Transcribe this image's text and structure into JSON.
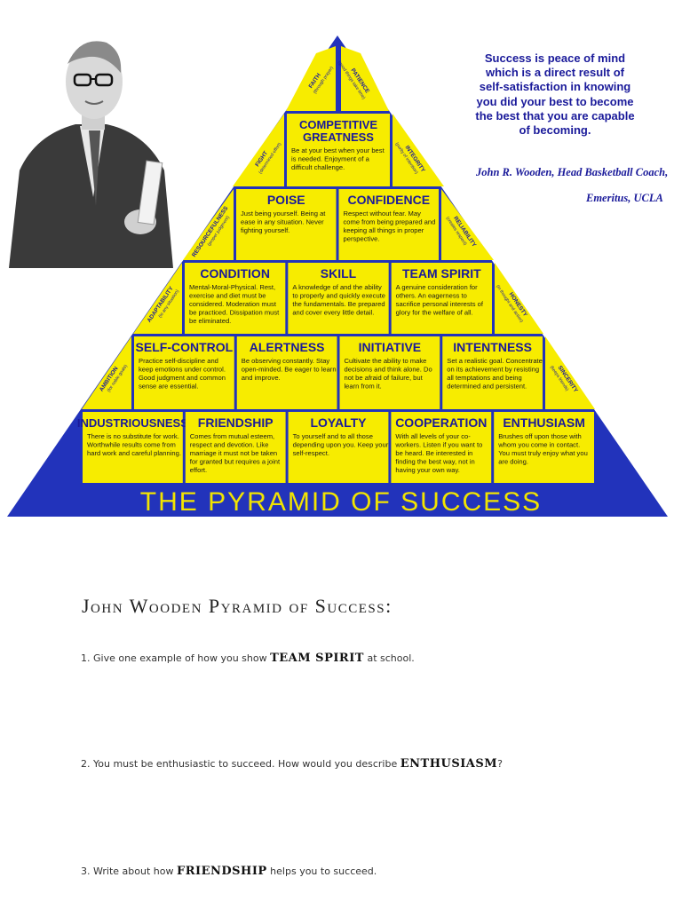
{
  "quote": {
    "lines": [
      "Success is peace of mind",
      "which is a direct result of",
      "self-satisfaction in knowing",
      "you did your best to become",
      "the best that you are capable",
      "of becoming."
    ],
    "attribution_1": "John R. Wooden, Head Basketball Coach,",
    "attribution_2": "Emeritus, UCLA"
  },
  "pyramid": {
    "banner": "THE PYRAMID OF SUCCESS",
    "colors": {
      "frame": "#2233bb",
      "block": "#f7ec00",
      "title": "#1a1a9a",
      "banner_text": "#f2e400"
    },
    "rows": [
      [
        {
          "title": "COMPETITIVE GREATNESS",
          "desc": [
            "Be at your best when your best",
            "is needed. Enjoyment of a",
            "difficult challenge."
          ]
        }
      ],
      [
        {
          "title": "POISE",
          "desc": [
            "Just being yourself. Being at",
            "ease in any situation. Never",
            "fighting yourself."
          ]
        },
        {
          "title": "CONFIDENCE",
          "desc": [
            "Respect without fear. May",
            "come from being prepared and",
            "keeping all things in proper",
            "perspective."
          ]
        }
      ],
      [
        {
          "title": "CONDITION",
          "desc": [
            "Mental-Moral-Physical. Rest,",
            "exercise and diet must be",
            "considered. Moderation must",
            "be practiced. Dissipation must",
            "be eliminated."
          ]
        },
        {
          "title": "SKILL",
          "desc": [
            "A knowledge of and the ability",
            "to properly and quickly execute",
            "the fundamentals. Be prepared",
            "and cover every little detail."
          ]
        },
        {
          "title": "TEAM SPIRIT",
          "desc": [
            "A genuine consideration for",
            "others. An eagerness to",
            "sacrifice personal interests of",
            "glory for the welfare of all."
          ]
        }
      ],
      [
        {
          "title": "SELF-CONTROL",
          "desc": [
            "Practice self-discipline and",
            "keep emotions under control.",
            "Good judgment and common",
            "sense are essential."
          ]
        },
        {
          "title": "ALERTNESS",
          "desc": [
            "Be observing constantly. Stay",
            "open-minded. Be eager to learn",
            "and improve."
          ]
        },
        {
          "title": "INITIATIVE",
          "desc": [
            "Cultivate the ability to make",
            "decisions and think alone. Do",
            "not be afraid of failure, but",
            "learn from it."
          ]
        },
        {
          "title": "INTENTNESS",
          "desc": [
            "Set a realistic goal. Concentrate",
            "on its achievement by resisting",
            "all temptations and being",
            "determined and persistent."
          ]
        }
      ],
      [
        {
          "title": "INDUSTRIOUSNESS",
          "desc": [
            "There is no substitute for work.",
            "Worthwhile results come from",
            "hard work and careful planning."
          ]
        },
        {
          "title": "FRIENDSHIP",
          "desc": [
            "Comes from mutual esteem,",
            "respect and devotion. Like",
            "marriage it must not be taken",
            "for granted but requires a joint",
            "effort."
          ]
        },
        {
          "title": "LOYALTY",
          "desc": [
            "To yourself and to all those",
            "depending upon you. Keep your",
            "self-respect."
          ]
        },
        {
          "title": "COOPERATION",
          "desc": [
            "With all levels of your co-",
            "workers. Listen if you want to",
            "be heard. Be interested in",
            "finding the best way, not in",
            "having your own way."
          ]
        },
        {
          "title": "ENTHUSIASM",
          "desc": [
            "Brushes off upon those with",
            "whom you come in contact.",
            "You must truly enjoy what you",
            "are doing."
          ]
        }
      ]
    ],
    "left_side": [
      {
        "title": "FAITH",
        "sub": "(through prayer)"
      },
      {
        "title": "FIGHT",
        "sub": "(determined effort)"
      },
      {
        "title": "RESOURCEFULNESS",
        "sub": "(proper judgment)"
      },
      {
        "title": "ADAPTABILITY",
        "sub": "(to any situation)"
      },
      {
        "title": "AMBITION",
        "sub": "(for noble goals)"
      }
    ],
    "right_side": [
      {
        "title": "PATIENCE",
        "sub": "(good things take time)"
      },
      {
        "title": "INTEGRITY",
        "sub": "(purity of intention)"
      },
      {
        "title": "RELIABILITY",
        "sub": "(creates respect)"
      },
      {
        "title": "HONESTY",
        "sub": "(in thought and action)"
      },
      {
        "title": "SINCERITY",
        "sub": "(keeps friends)"
      }
    ]
  },
  "worksheet": {
    "heading": "John Wooden Pyramid of Success:",
    "questions": [
      {
        "before": "1.  Give one example of how you show ",
        "keyword": "TEAM SPIRIT",
        "after": " at school."
      },
      {
        "before": "2.  You must be enthusiastic to succeed. How would you describe ",
        "keyword": "ENTHUSIASM",
        "after": "?"
      },
      {
        "before": "3.  Write about how ",
        "keyword": "FRIENDSHIP",
        "after": " helps you to succeed."
      }
    ]
  }
}
